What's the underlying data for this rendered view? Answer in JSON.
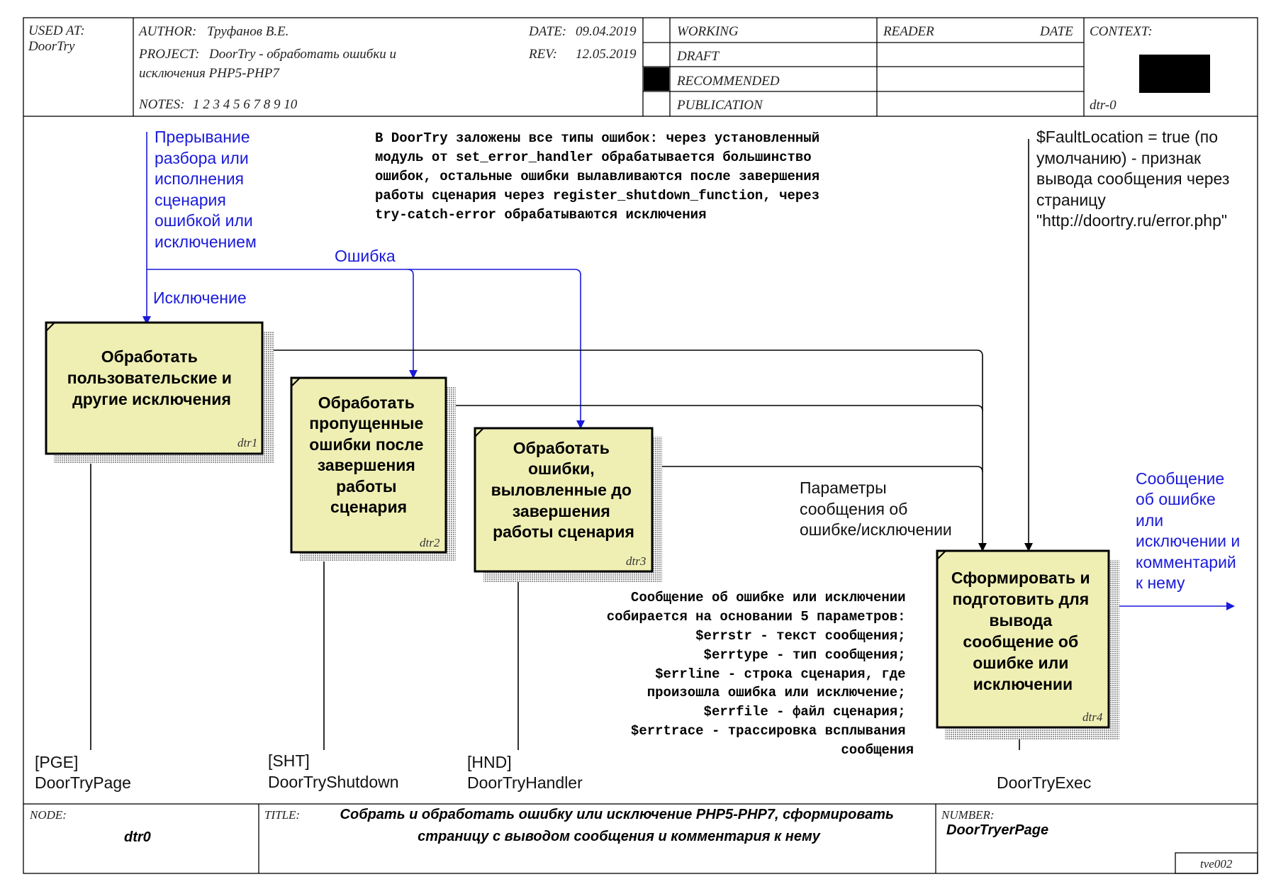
{
  "header": {
    "used_at_label": "USED AT:",
    "used_at_value": "DoorTry",
    "author_label": "AUTHOR:",
    "author_value": "Труфанов В.Е.",
    "date_label": "DATE:",
    "date_value": "09.04.2019",
    "project_label": "PROJECT:",
    "project_line1": "DoorTry - обработать ошибки и",
    "project_line2": "исключения PHP5-PHP7",
    "rev_label": "REV:",
    "rev_value": "12.05.2019",
    "notes_label": "NOTES:",
    "notes_values": "1 2 3 4 5 6 7 8 9 10",
    "status": [
      "WORKING",
      "DRAFT",
      "RECOMMENDED",
      "PUBLICATION"
    ],
    "selected_status": "RECOMMENDED",
    "reader_label": "READER",
    "reader_date_label": "DATE",
    "context_label": "CONTEXT:",
    "context_node": "dtr-0"
  },
  "boxes": [
    {
      "id": "dtr1",
      "lines": [
        "Обработать",
        "пользовательские и",
        "другие исключения"
      ]
    },
    {
      "id": "dtr2",
      "lines": [
        "Обработать",
        "пропущенные",
        "ошибки после",
        "завершения",
        "работы",
        "сценария"
      ]
    },
    {
      "id": "dtr3",
      "lines": [
        "Обработать",
        "ошибки,",
        "выловленные до",
        "завершения",
        "работы сценария"
      ]
    },
    {
      "id": "dtr4",
      "lines": [
        "Сформировать и",
        "подготовить для",
        "вывода",
        "сообщение об",
        "ошибке или",
        "исключении"
      ]
    }
  ],
  "labels": {
    "interrupt": [
      "Прерывание",
      "разбора или",
      "исполнения",
      "сценария",
      "ошибкой или",
      "исключением"
    ],
    "error": "Ошибка",
    "exception": "Исключение",
    "fault_location": [
      "$FaultLocation = true (по",
      "умолчанию) - признак",
      "вывода сообщения через",
      "страницу",
      "\"http://doortry.ru/error.php\""
    ],
    "params": [
      "Параметры",
      "сообщения об",
      "ошибке/исключении"
    ],
    "output": [
      "Сообщение",
      "об ошибке",
      "или",
      "исключении и",
      "комментарий",
      "к нему"
    ],
    "mech_pge": [
      "[PGE]",
      "DoorTryPage"
    ],
    "mech_sht": [
      "[SHT]",
      "DoorTryShutdown"
    ],
    "mech_hnd": [
      "[HND]",
      "DoorTryHandler"
    ],
    "mech_exec": "DoorTryExec"
  },
  "notes": {
    "top": [
      "В DoorTry заложены все типы ошибок: через установленный",
      "модуль от set_error_handler  обрабатывается большинство",
      "ошибок, остальные ошибки вылавливаются после завершения",
      "работы сценария через register_shutdown_function, через",
      "try-catch-error обрабатываются исключения"
    ],
    "params": [
      "Сообщение об ошибке или исключении",
      "собирается на основании 5 параметров:",
      "$errstr - текст сообщения;",
      "$errtype - тип сообщения;",
      "$errline - строка сценария, где",
      "произошла ошибка или исключение;",
      "$errfile - файл сценария;",
      "$errtrace - трассировка всплывания",
      "сообщения"
    ]
  },
  "footer": {
    "node_label": "NODE:",
    "node_value": "dtr0",
    "title_label": "TITLE:",
    "title_line1": "Собрать и обработать ошибку или исключение PHP5-PHP7, сформировать",
    "title_line2": "страницу с выводом сообщения и комментария к нему",
    "number_label": "NUMBER:",
    "number_value": "DoorTryerPage",
    "code": "tve002"
  },
  "colors": {
    "box_fill": "#efefb4",
    "blue": "#1a1ad9",
    "shadow": "#b9b9b9"
  }
}
